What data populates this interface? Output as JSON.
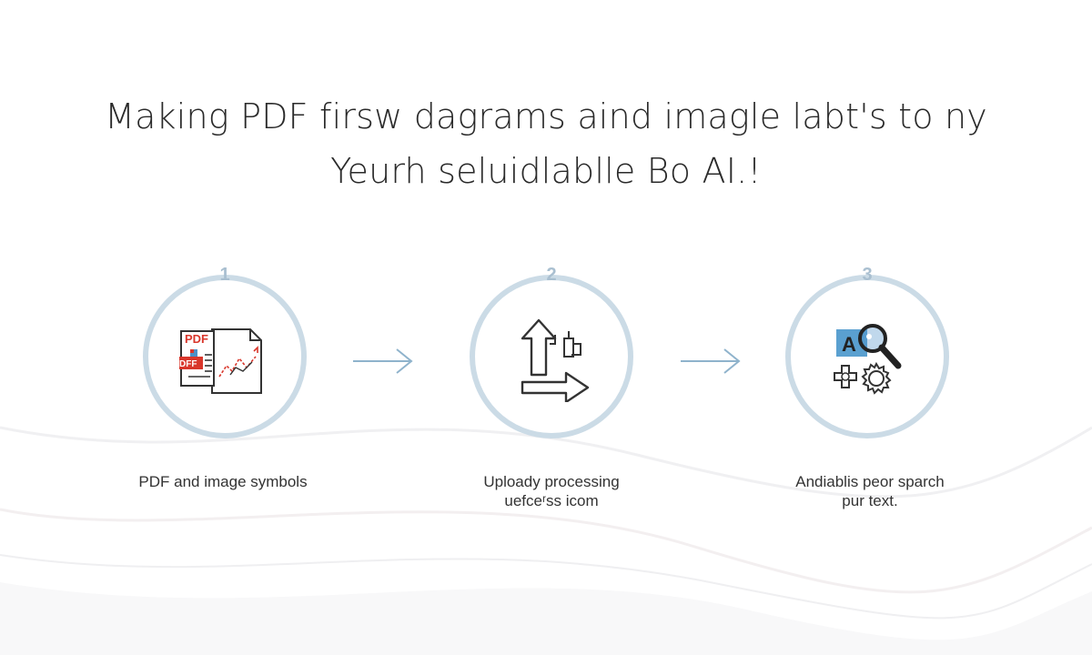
{
  "title": {
    "line1": "Making PDF firsw dagrams aind imagle labt's to ny",
    "line2": "Yeurh seluidlablle Bo AI.!"
  },
  "steps": [
    {
      "number": "1",
      "icon": "pdf-document-chart-icon",
      "caption_lines": [
        "PDF and image symbols"
      ],
      "icon_labels": {
        "pdf": "PDF",
        "dff": "DFF"
      }
    },
    {
      "number": "2",
      "icon": "upload-processing-arrows-icon",
      "caption_lines": [
        "Uploady processing",
        "uefceʳss icom"
      ]
    },
    {
      "number": "3",
      "icon": "ai-search-gear-icon",
      "caption_lines": [
        "Andiablis peor sparch",
        "pur text."
      ],
      "icon_labels": {
        "a": "A"
      }
    }
  ],
  "colors": {
    "ring": "#cbdbe6",
    "number": "#a9bfd0",
    "arrow": "#8fb3cc",
    "accent_red": "#d9362b",
    "accent_blue": "#4a90c8"
  }
}
